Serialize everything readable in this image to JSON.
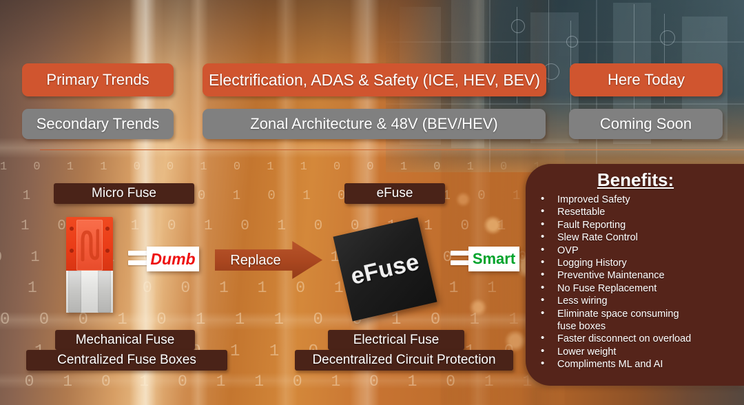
{
  "header": {
    "rows": [
      {
        "category": "Primary Trends",
        "statement": "Electrification, ADAS & Safety (ICE, HEV, BEV)",
        "timing": "Here Today"
      },
      {
        "category": "Secondary Trends",
        "statement": "Zonal Architecture & 48V (BEV/HEV)",
        "timing": "Coming Soon"
      }
    ]
  },
  "comparison": {
    "left": {
      "top_tag": "Micro Fuse",
      "value": "Dumb",
      "equals_symbol": "=",
      "bottom_tags": [
        "Mechanical Fuse",
        "Centralized Fuse Boxes"
      ],
      "artwork": "micro-fuse-blade"
    },
    "transition": {
      "arrow_label": "Replace"
    },
    "right": {
      "top_tag": "eFuse",
      "chip_label": "eFuse",
      "value": "Smart",
      "equals_symbol": "=",
      "bottom_tags": [
        "Electrical Fuse",
        "Decentralized Circuit Protection"
      ],
      "artwork": "efuse-chip"
    }
  },
  "benefits": {
    "title": "Benefits:",
    "items": [
      "Improved Safety",
      "Resettable",
      "Fault Reporting",
      "Slew Rate Control",
      "OVP",
      "Logging History",
      "Preventive Maintenance",
      "No Fuse Replacement",
      "Less wiring",
      "Eliminate space consuming",
      "fuse boxes",
      "Faster disconnect on overload",
      "Lower weight",
      "Compliments ML and AI"
    ]
  },
  "colors": {
    "accent_orange": "#d0552f",
    "secondary_gray": "#808080",
    "tag_brown": "#4a2318",
    "panel_brown": "#55241a",
    "dumb_red": "#ee1111",
    "smart_green": "#00a32b",
    "arrow_brown": "#a9461f"
  }
}
